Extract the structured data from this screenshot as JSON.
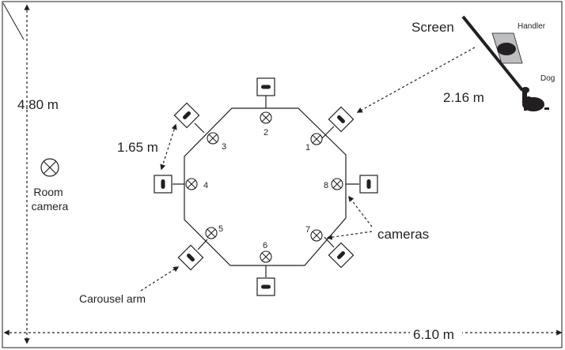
{
  "labels": {
    "screen": "Screen",
    "handler": "Handler",
    "dog": "Dog",
    "room_height": "4.80 m",
    "room_width": "6.10 m",
    "screen_distance": "2.16 m",
    "arm_distance": "1.65 m",
    "room_camera": "Room\ncamera",
    "cameras": "cameras",
    "carousel_arm": "Carousel arm"
  },
  "camera_numbers": [
    "1",
    "2",
    "3",
    "4",
    "5",
    "6",
    "7",
    "8"
  ]
}
